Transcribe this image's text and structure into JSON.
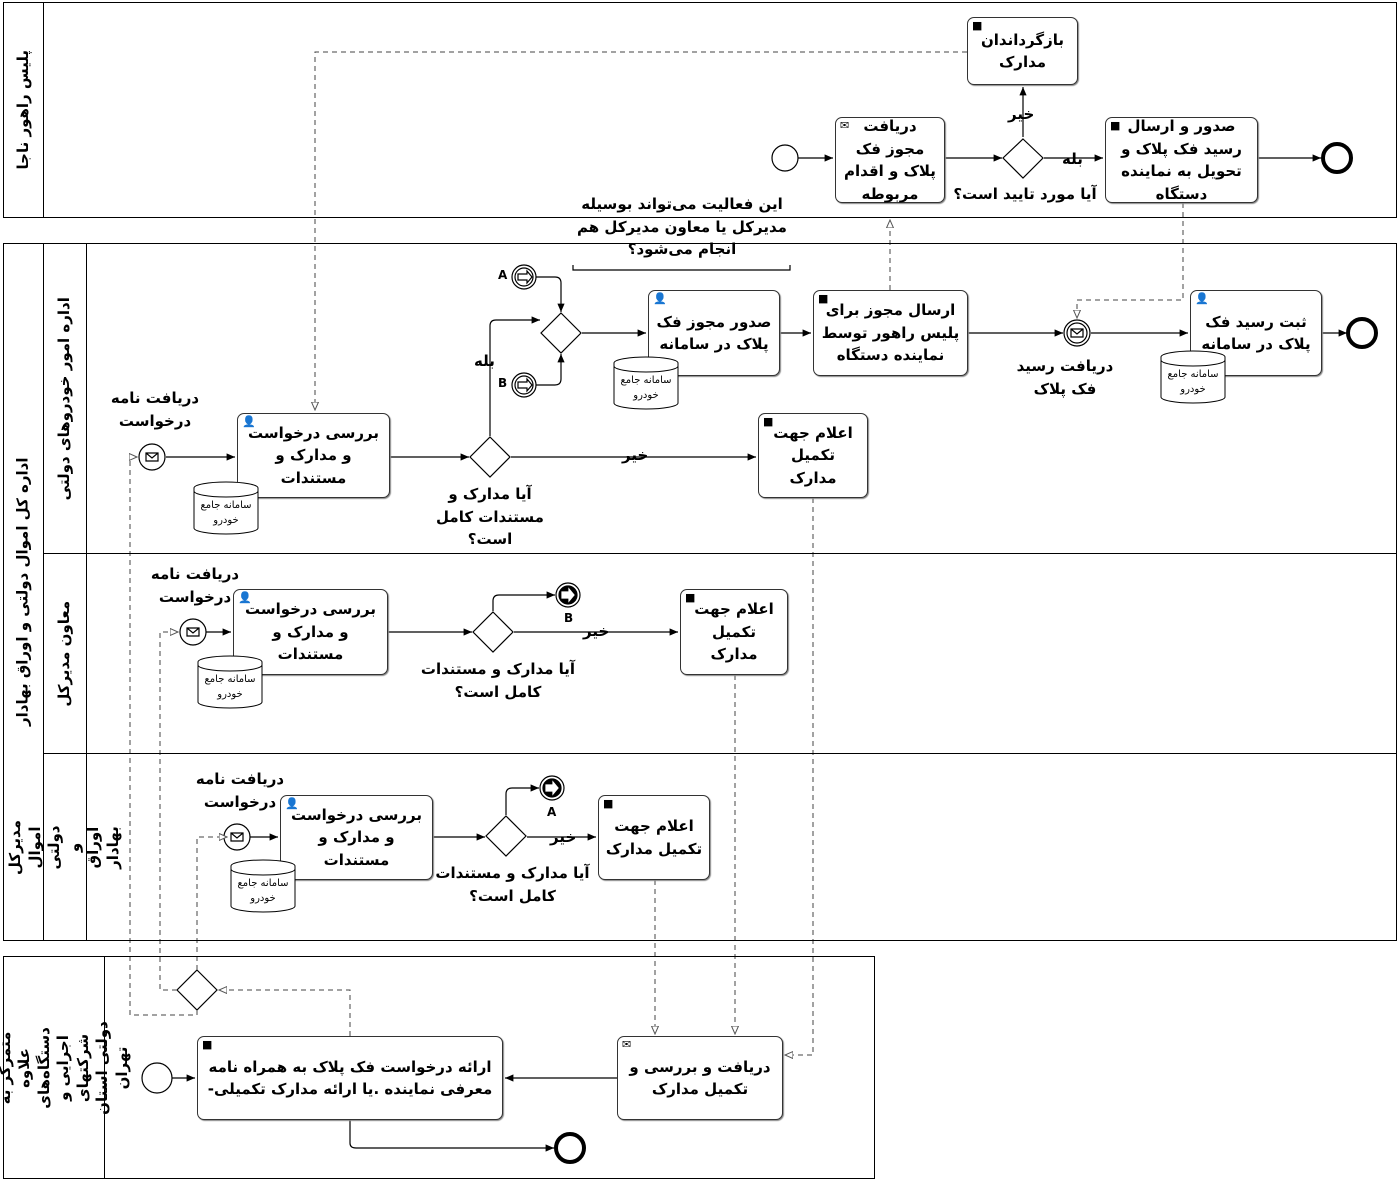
{
  "pools": {
    "police": {
      "label": "پلیس راهور ناجا"
    },
    "office": {
      "label": "اداره کل اموال دولتی و اوراق بهادار",
      "lanes": [
        {
          "label": "اداره امور خودروهای دولتی"
        },
        {
          "label": "معاون مدیرکل"
        },
        {
          "label": "مدیرکل اموال دولتی و اوراق بهادار"
        }
      ]
    },
    "agencies": {
      "label": "دستگاه‌های متمرکز به علاوه دستگاه‌های اجرایی و شرکتهای دولتی استان تهران"
    }
  },
  "police": {
    "task_receive_permit": "دریافت مجوز فک پلاک و اقدام مربوطه",
    "task_return_docs": "بازگرداندان مدارک",
    "task_issue_receipt": "صدور و ارسال رسید فک پلاک و تحویل به نماینده دستگاه",
    "gateway_label": "آیا مورد تایید است؟",
    "yes": "بله",
    "no": "خیر"
  },
  "annotation": "این فعالیت می‌تواند بوسیله مدیرکل یا معاون مدیرکل هم انجام می‌شود؟",
  "lane1": {
    "start_label": "دریافت نامه درخواست",
    "task_review": "بررسی درخواست و مدارک و مستندات",
    "gateway_label": "آیا مدارک و مستندات کامل است؟",
    "yes": "بله",
    "no": "خیر",
    "link_a": "A",
    "link_b": "B",
    "task_issue_permit": "صدور مجوز فک پلاک در سامانه",
    "task_send_permit": "ارسال مجوز برای پلیس راهور توسط نماینده دستگاه",
    "receive_receipt_label": "دریافت رسید فک پلاک",
    "task_register_receipt": "ثبت رسید فک پلاک در سامانه",
    "task_notify": "اعلام جهت تکمیل مدارک"
  },
  "lane2": {
    "start_label": "دریافت نامه درخواست",
    "task_review": "بررسی درخواست و مدارک و مستندات",
    "gateway_label": "آیا مدارک و مستندات کامل است؟",
    "no": "خیر",
    "link": "B",
    "task_notify": "اعلام جهت تکمیل مدارک"
  },
  "lane3": {
    "start_label": "دریافت نامه درخواست",
    "task_review": "بررسی درخواست و مدارک و مستندات",
    "gateway_label": "آیا مدارک و مستندات کامل است؟",
    "no": "خیر",
    "link": "A",
    "task_notify": "اعلام جهت تکمیل مدارک"
  },
  "agencies": {
    "task_submit": "ارائه درخواست فک پلاک به همراه نامه معرفی نماینده .یا ارائه مدارک تکمیلی-",
    "task_receive": "دریافت و بررسی و تکمیل مدارک"
  },
  "datastore": "سامانه جامع خودرو"
}
